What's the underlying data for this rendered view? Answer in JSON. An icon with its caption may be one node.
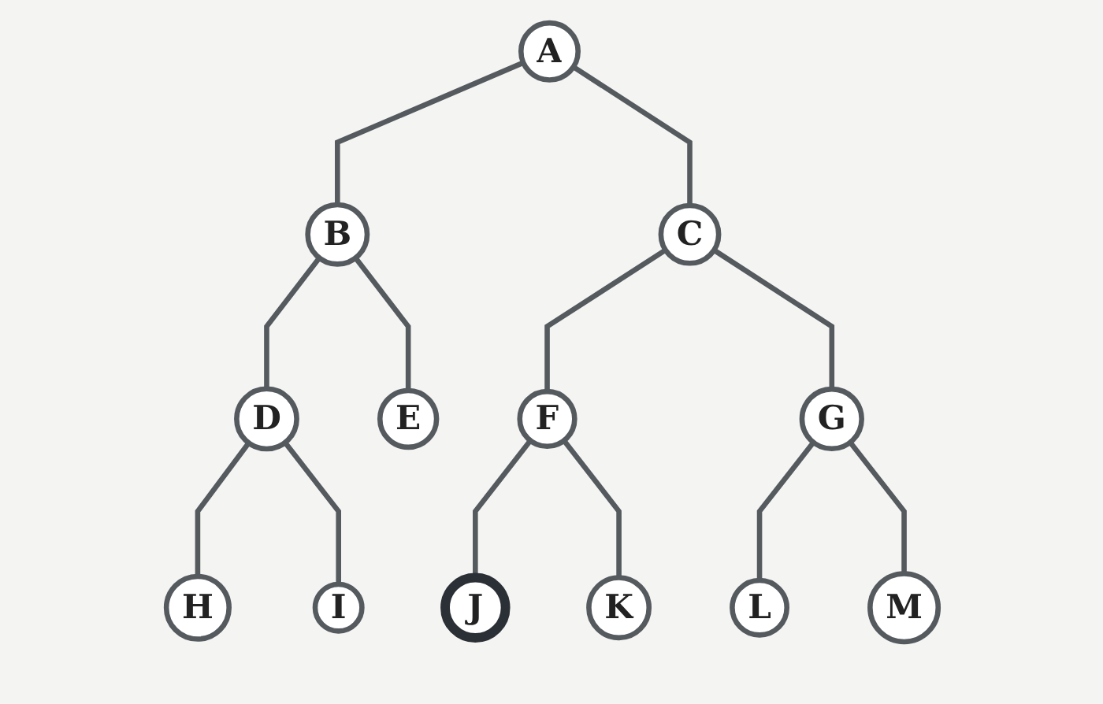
{
  "diagram": {
    "nodes": [
      {
        "text": [
          "A"
        ]
      },
      {
        "text": [
          "B"
        ]
      },
      {
        "text": [
          "C"
        ]
      },
      {
        "text": [
          "D"
        ]
      },
      {
        "text": [
          "E"
        ]
      },
      {
        "text": [
          "F"
        ]
      },
      {
        "text": [
          "G"
        ]
      },
      {
        "text": [
          "H"
        ]
      },
      {
        "text": [
          "I"
        ]
      },
      {
        "text": [
          "J"
        ]
      },
      {
        "text": [
          "K"
        ]
      },
      {
        "text": [
          "L"
        ]
      },
      {
        "text": [
          "M"
        ]
      }
    ],
    "edges": [
      {
        "from": 0,
        "to": 1,
        "arrow": "none"
      },
      {
        "from": 0,
        "to": 2,
        "arrow": "none"
      },
      {
        "from": 1,
        "to": 3,
        "arrow": "none"
      },
      {
        "from": 1,
        "to": 4,
        "arrow": "none"
      },
      {
        "from": 2,
        "to": 5,
        "arrow": "none"
      },
      {
        "from": 2,
        "to": 6,
        "arrow": "none"
      },
      {
        "from": 3,
        "to": 7,
        "arrow": "none"
      },
      {
        "from": 3,
        "to": 8,
        "arrow": "none"
      },
      {
        "from": 5,
        "to": 9,
        "arrow": "none"
      },
      {
        "from": 5,
        "to": 10,
        "arrow": "none"
      },
      {
        "from": 6,
        "to": 11,
        "arrow": "none"
      },
      {
        "from": 6,
        "to": 12,
        "arrow": "none"
      }
    ]
  }
}
